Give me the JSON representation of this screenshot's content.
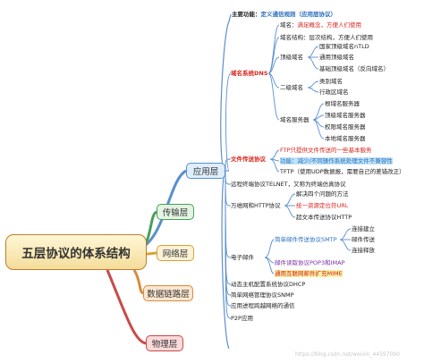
{
  "root": "五层协议的体系结构",
  "layers": {
    "application": "应用层",
    "transport": "传输层",
    "network": "网络层",
    "datalink": "数据链路层",
    "physical": "物理层"
  },
  "app": {
    "main_function_label": "主要功能：",
    "main_function_text": "定义通信规则（应用层协议）",
    "dns": {
      "label": "域名系统DNS",
      "domain_def": "域名：",
      "domain_def_text": "满足概念，方便人们使用",
      "domain_structure": "域名结构：层次结构，方便人们使用",
      "top_level": "顶级域名",
      "tld_country": "国家顶级域名nTLD",
      "tld_generic": "通用顶级域名",
      "tld_infra": "基础顶级域名（反向域名）",
      "second_level": "二级域名",
      "sld_category": "类别域名",
      "sld_admin": "行政区域名",
      "domain_servers": "域名服务器",
      "ds_root": "根域名服务器",
      "ds_top": "顶级域名服务器",
      "ds_auth": "权限域名服务器",
      "ds_local": "本地域名服务器"
    },
    "ftp": {
      "label": "文件传送协议",
      "ftp_desc": "FTP只提供文件传送的一些基本服务",
      "function": "功能：减少/不同操作系统处理文件不兼容性",
      "tftp": "TFTP（使用UDP数据报，需要自己的差错改正）"
    },
    "telnet": "远程终端协议TELNET，又称为终端仿真协议",
    "www": {
      "label": "万维网和HTTP协议",
      "solve": "解决四个问题的方法",
      "url": "统一资源定位符URL",
      "http": "超文本传送协议HTTP"
    },
    "email": {
      "label": "电子邮件",
      "smtp": "简单邮件传送协议SMTP",
      "smtp_sub1": "连接建立",
      "smtp_sub2": "邮件传送",
      "smtp_sub3": "连接释放",
      "pop3": "邮件读取协议POP3和IMAP",
      "mime": "通用互联网邮件扩充MIME"
    },
    "dhcp": "动态主机配置系统协议DHCP",
    "snmp": "简单网络管理协议SNMP",
    "process": "应用进程跨越网络的通信",
    "p2p": "P2P应用"
  },
  "watermark": "https://blog.csdn.net/weixin_44597090",
  "colors": {
    "line_app": "#5a8fd0",
    "line_tr": "#4a9f5a",
    "line_net": "#d4a437",
    "line_dl": "#d98b3e",
    "line_ph": "#c94a4a",
    "red_text": "#d9241c"
  }
}
